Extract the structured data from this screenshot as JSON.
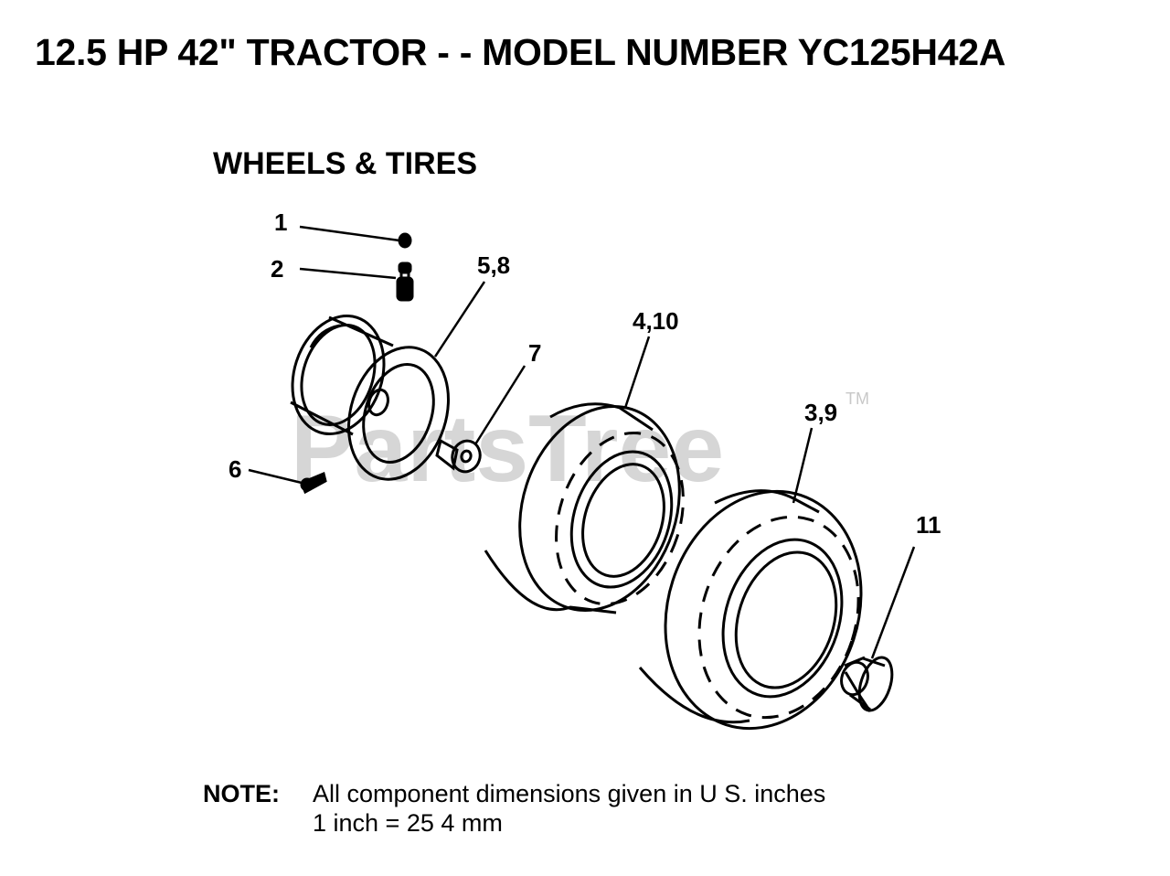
{
  "title": "12.5 HP 42\" TRACTOR - - MODEL NUMBER YC125H42A",
  "section_title": "WHEELS & TIRES",
  "callouts": {
    "c1": "1",
    "c2": "2",
    "c58": "5,8",
    "c7": "7",
    "c410": "4,10",
    "c39": "3,9",
    "c6": "6",
    "c11": "11"
  },
  "note": {
    "label": "NOTE:",
    "line1": "All component dimensions given in U S. inches",
    "line2": "1 inch = 25 4 mm"
  },
  "watermark": {
    "text": "PartsTree",
    "trademark": "TM"
  }
}
